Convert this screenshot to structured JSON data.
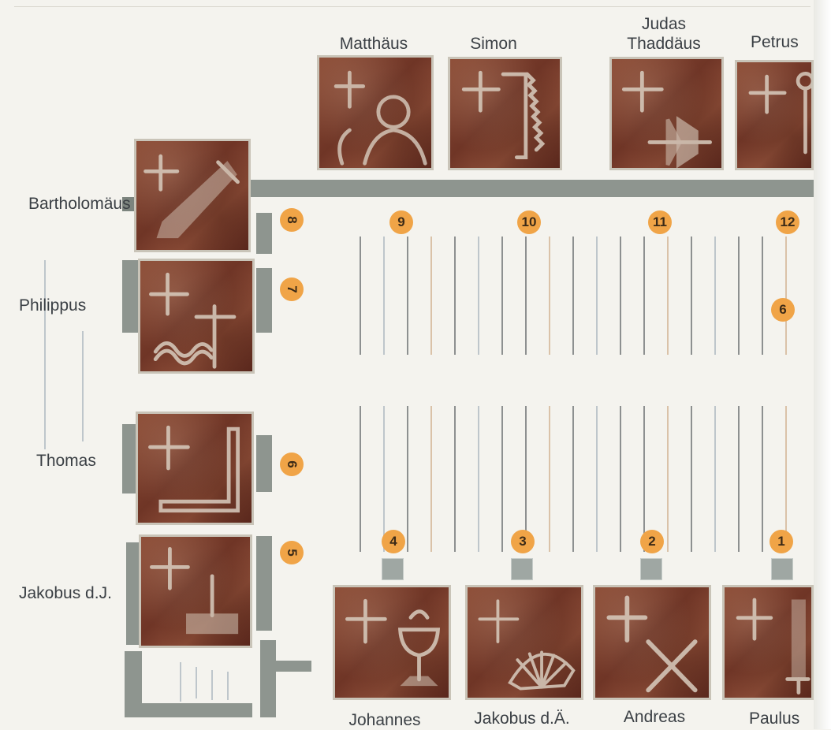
{
  "labels": {
    "matthaeus": "Matthäus",
    "simon": "Simon",
    "judas": [
      "Judas",
      "Thaddäus"
    ],
    "petrus": "Petrus",
    "bartholomaeus": "Bartholomäus",
    "philippus": "Philippus",
    "thomas": "Thomas",
    "jakobus_j": "Jakobus d.J.",
    "johannes": "Johannes",
    "jakobus_a": "Jakobus d.Ä.",
    "andreas": "Andreas",
    "paulus": "Paulus"
  },
  "numbers": {
    "n1": "1",
    "n2": "2",
    "n3": "3",
    "n4": "4",
    "n5": "5",
    "n6": "6",
    "n7": "7",
    "n8": "8",
    "n9": "9",
    "n10": "10",
    "n11": "11",
    "n12": "12",
    "n6b": "6"
  },
  "symbols": {
    "matthaeus": "angel-symbol",
    "simon": "saw-symbol",
    "judas": "axe-symbol",
    "petrus": "key-symbol",
    "bartholomaeus": "knife-symbol",
    "philippus": "cross-staff-symbol",
    "thomas": "angle-square-symbol",
    "jakobus_j": "fuller-club-symbol",
    "johannes": "chalice-symbol",
    "jakobus_a": "scallop-shell-symbol",
    "andreas": "saltire-cross-symbol",
    "paulus": "sword-symbol"
  },
  "colors": {
    "badge": "#f0a447",
    "stone": "#7a3c2b",
    "wall": "#8e958f"
  }
}
